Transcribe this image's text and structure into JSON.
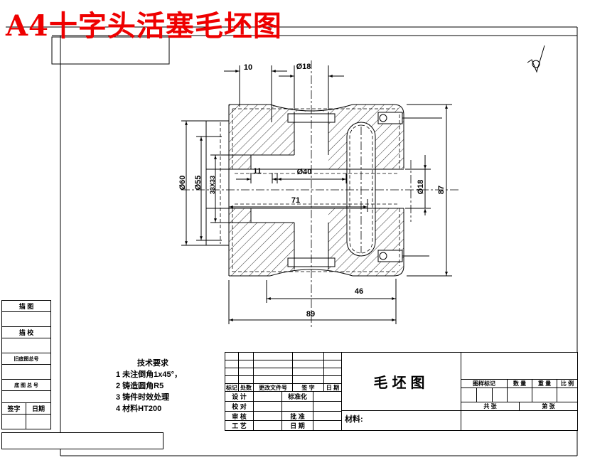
{
  "overlay": {
    "title": "A4十字头活塞毛坯图"
  },
  "colors": {
    "title_red": "#ee0000",
    "line_black": "#000000"
  },
  "drawing": {
    "name": "毛坯图",
    "dims": {
      "top_offset": "10",
      "top_hole_dia": "Ø18",
      "left_outer_dia": "Ø60",
      "left_inner_dia": "Ø55",
      "left_slot": "33X33",
      "mid_offset": "11",
      "mid_bore_dia": "Ø40",
      "mid_length": "71",
      "right_hole_dia": "Ø18",
      "overall_height": "87",
      "half_length": "46",
      "overall_length": "89"
    }
  },
  "tech_requirements": {
    "title": "技术要求",
    "items": [
      "1 未注倒角1x45°，",
      "2 铸造圆角R5",
      "3 铸件时效处理",
      "4 材料HT200"
    ]
  },
  "left_strip": {
    "rows": [
      "描  图",
      "描  校",
      "旧底图总号",
      "底 图 总 号"
    ],
    "sign_label": "签字",
    "date_label": "日期"
  },
  "title_block": {
    "revision_header": [
      "标记",
      "处数",
      "更改文件号",
      "签 字",
      "日 期"
    ],
    "roles": [
      {
        "left": "设 计",
        "right": "标准化"
      },
      {
        "left": "校 对",
        "right": ""
      },
      {
        "left": "审 核",
        "right": "批 准"
      },
      {
        "left": "工 艺",
        "right": "日 期"
      }
    ],
    "drawing_name": "毛坯图",
    "material_label": "材料:",
    "right_header": [
      "图样标记",
      "数 量",
      "重 量",
      "比 例"
    ],
    "sheet_total": "共   张",
    "sheet_no": "第   张"
  }
}
